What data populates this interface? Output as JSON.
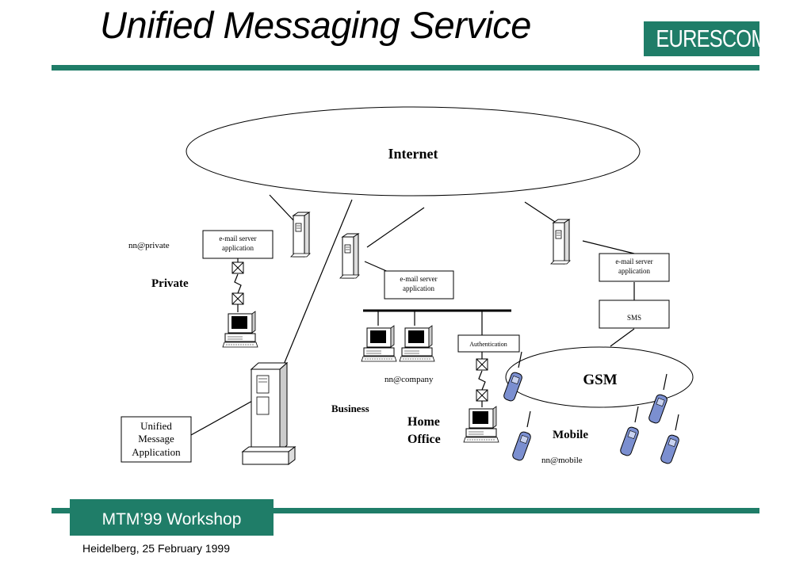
{
  "header": {
    "title": "Unified Messaging Service",
    "logo_text": "EURESCOM"
  },
  "footer": {
    "workshop_label": "MTM’99 Workshop",
    "date_place": "Heidelberg, 25 February 1999"
  },
  "diagram": {
    "internet": "Internet",
    "gsm": "GSM",
    "private": "Private",
    "business": "Business",
    "home_office": [
      "Home",
      "Office"
    ],
    "mobile": "Mobile",
    "addr_private": "nn@private",
    "addr_company": "nn@company",
    "addr_mobile": "nn@mobile",
    "box_email_private": [
      "e-mail server",
      "application"
    ],
    "box_email_business": [
      "e-mail server",
      "application"
    ],
    "box_email_gsm": [
      "e-mail server",
      "application"
    ],
    "box_sms": "SMS",
    "box_auth": "Authentication",
    "box_uma": [
      "Unified",
      "Message",
      "Application"
    ]
  }
}
